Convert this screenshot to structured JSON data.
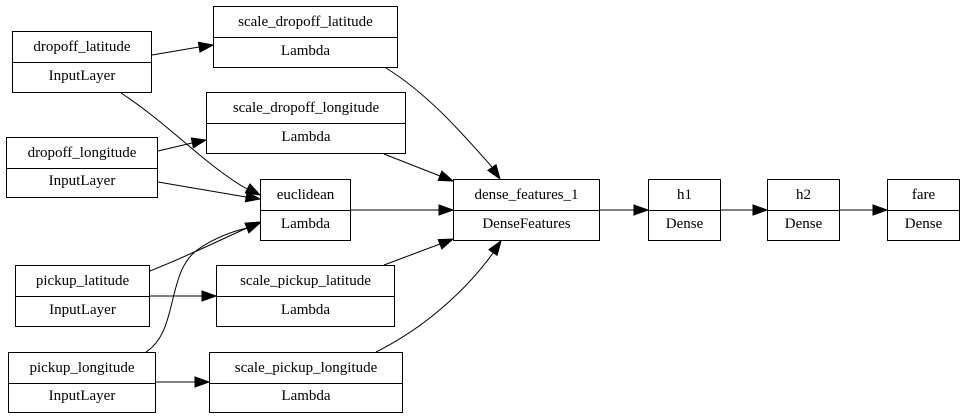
{
  "nodes": [
    {
      "id": "dropoff_latitude",
      "name": "dropoff_latitude",
      "type": "InputLayer"
    },
    {
      "id": "dropoff_longitude",
      "name": "dropoff_longitude",
      "type": "InputLayer"
    },
    {
      "id": "pickup_latitude",
      "name": "pickup_latitude",
      "type": "InputLayer"
    },
    {
      "id": "pickup_longitude",
      "name": "pickup_longitude",
      "type": "InputLayer"
    },
    {
      "id": "scale_dropoff_latitude",
      "name": "scale_dropoff_latitude",
      "type": "Lambda"
    },
    {
      "id": "scale_dropoff_longitude",
      "name": "scale_dropoff_longitude",
      "type": "Lambda"
    },
    {
      "id": "euclidean",
      "name": "euclidean",
      "type": "Lambda"
    },
    {
      "id": "scale_pickup_latitude",
      "name": "scale_pickup_latitude",
      "type": "Lambda"
    },
    {
      "id": "scale_pickup_longitude",
      "name": "scale_pickup_longitude",
      "type": "Lambda"
    },
    {
      "id": "dense_features_1",
      "name": "dense_features_1",
      "type": "DenseFeatures"
    },
    {
      "id": "h1",
      "name": "h1",
      "type": "Dense"
    },
    {
      "id": "h2",
      "name": "h2",
      "type": "Dense"
    },
    {
      "id": "fare",
      "name": "fare",
      "type": "Dense"
    }
  ],
  "edges": [
    {
      "from": "dropoff_latitude",
      "to": "scale_dropoff_latitude"
    },
    {
      "from": "dropoff_latitude",
      "to": "euclidean"
    },
    {
      "from": "dropoff_longitude",
      "to": "scale_dropoff_longitude"
    },
    {
      "from": "dropoff_longitude",
      "to": "euclidean"
    },
    {
      "from": "pickup_latitude",
      "to": "euclidean"
    },
    {
      "from": "pickup_latitude",
      "to": "scale_pickup_latitude"
    },
    {
      "from": "pickup_longitude",
      "to": "euclidean"
    },
    {
      "from": "pickup_longitude",
      "to": "scale_pickup_longitude"
    },
    {
      "from": "scale_dropoff_latitude",
      "to": "dense_features_1"
    },
    {
      "from": "scale_dropoff_longitude",
      "to": "dense_features_1"
    },
    {
      "from": "euclidean",
      "to": "dense_features_1"
    },
    {
      "from": "scale_pickup_latitude",
      "to": "dense_features_1"
    },
    {
      "from": "scale_pickup_longitude",
      "to": "dense_features_1"
    },
    {
      "from": "dense_features_1",
      "to": "h1"
    },
    {
      "from": "h1",
      "to": "h2"
    },
    {
      "from": "h2",
      "to": "fare"
    }
  ]
}
